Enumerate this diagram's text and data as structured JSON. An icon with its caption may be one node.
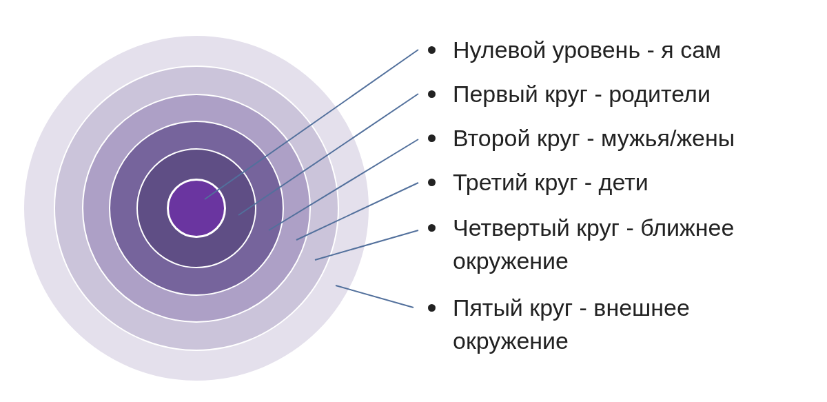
{
  "diagram": {
    "nodes": [
      {
        "text": [],
        "shape": "circle"
      },
      {
        "text": [],
        "shape": "circle",
        "in": 0
      },
      {
        "text": [],
        "shape": "circle",
        "in": 1
      },
      {
        "text": [],
        "shape": "circle",
        "in": 2
      },
      {
        "text": [],
        "shape": "circle",
        "in": 3
      },
      {
        "text": [],
        "shape": "circle",
        "in": 4
      },
      {
        "text": [
          "Нулевой уровень - я сам"
        ]
      },
      {
        "text": [
          "Первый круг - родители"
        ]
      },
      {
        "text": [
          "Второй круг - мужья/жены"
        ]
      },
      {
        "text": [
          "Третий круг - дети"
        ]
      },
      {
        "text": [
          "Четвертый круг - ближнее окружение"
        ]
      },
      {
        "text": [
          "Пятый круг - внешнее окружение"
        ]
      }
    ],
    "edges": [
      {
        "from": 6,
        "to": 5,
        "arrow": "none"
      },
      {
        "from": 7,
        "to": 4,
        "arrow": "none"
      },
      {
        "from": 8,
        "to": 3,
        "arrow": "none"
      },
      {
        "from": 9,
        "to": 2,
        "arrow": "none"
      },
      {
        "from": 10,
        "to": 1,
        "arrow": "none"
      },
      {
        "from": 11,
        "to": 0,
        "arrow": "none"
      }
    ]
  }
}
